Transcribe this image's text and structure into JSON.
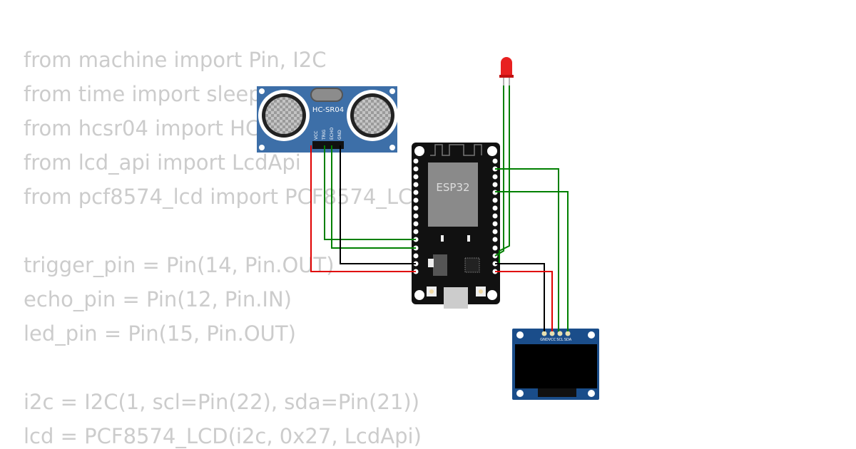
{
  "code_lines": [
    "from machine import Pin, I2C",
    "from time import sleep",
    "from hcsr04 import HCSR04",
    "from lcd_api import LcdApi",
    "from pcf8574_lcd import PCF8574_LCD",
    "",
    "trigger_pin = Pin(14, Pin.OUT)",
    "echo_pin = Pin(12, Pin.IN)",
    "led_pin = Pin(15, Pin.OUT)",
    "",
    "i2c = I2C(1, scl=Pin(22), sda=Pin(21))",
    "lcd = PCF8574_LCD(i2c, 0x27, LcdApi)"
  ],
  "sensor": {
    "label": "HC-SR04",
    "pins": [
      "VCC",
      "TRIG",
      "ECHO",
      "GND"
    ]
  },
  "mcu": {
    "label": "ESP32"
  },
  "oled": {
    "pins": [
      "GND",
      "VCC",
      "SCL",
      "SDA"
    ]
  },
  "colors": {
    "wire_green": "#008000",
    "wire_red": "#e00000",
    "wire_black": "#000000",
    "board_blue": "#3d6fa8",
    "oled_blue": "#1a4d8a",
    "led_red": "#e82020"
  }
}
